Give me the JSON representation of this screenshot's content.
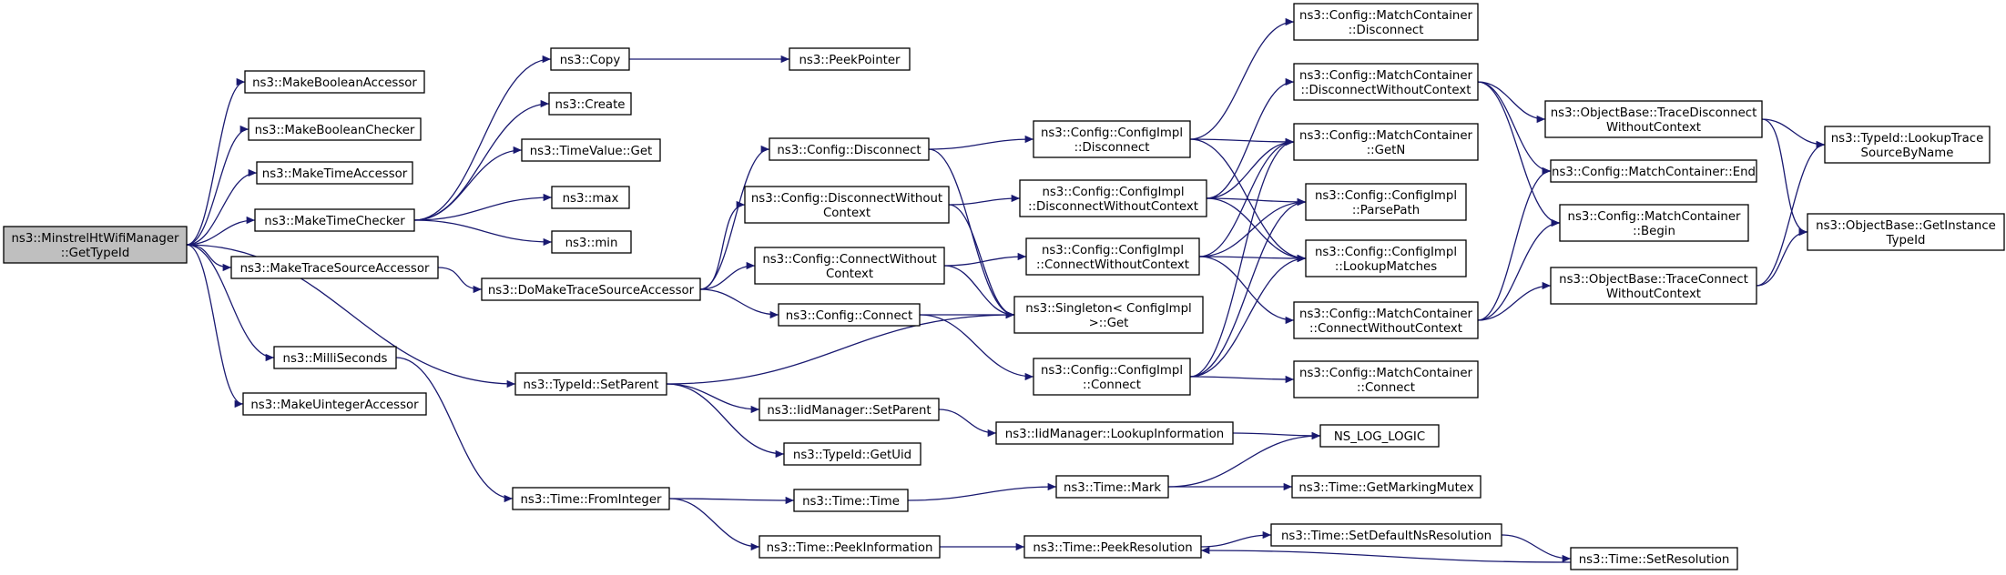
{
  "colors": {
    "edge": "#191970",
    "root_fill": "#bfbfbf",
    "node_fill": "#ffffff",
    "border": "#000000"
  },
  "nodes": {
    "root": [
      "ns3::MinstrelHtWifiManager",
      "::GetTypeId"
    ],
    "make_boolean_accessor": [
      "ns3::MakeBooleanAccessor"
    ],
    "make_boolean_checker": [
      "ns3::MakeBooleanChecker"
    ],
    "make_time_accessor": [
      "ns3::MakeTimeAccessor"
    ],
    "make_time_checker": [
      "ns3::MakeTimeChecker"
    ],
    "make_trace_source_accessor": [
      "ns3::MakeTraceSourceAccessor"
    ],
    "milli_seconds": [
      "ns3::MilliSeconds"
    ],
    "make_uinteger_accessor": [
      "ns3::MakeUintegerAccessor"
    ],
    "copy": [
      "ns3::Copy"
    ],
    "peek_pointer": [
      "ns3::PeekPointer"
    ],
    "create": [
      "ns3::Create"
    ],
    "time_value_get": [
      "ns3::TimeValue::Get"
    ],
    "max": [
      "ns3::max"
    ],
    "min": [
      "ns3::min"
    ],
    "do_make_trace_source_accessor": [
      "ns3::DoMakeTraceSourceAccessor"
    ],
    "type_id_set_parent": [
      "ns3::TypeId::SetParent"
    ],
    "time_from_integer": [
      "ns3::Time::FromInteger"
    ],
    "config_disconnect": [
      "ns3::Config::Disconnect"
    ],
    "config_disconnect_without_context": [
      "ns3::Config::DisconnectWithout",
      "Context"
    ],
    "config_connect_without_context": [
      "ns3::Config::ConnectWithout",
      "Context"
    ],
    "config_connect": [
      "ns3::Config::Connect"
    ],
    "iid_manager_set_parent": [
      "ns3::IidManager::SetParent"
    ],
    "type_id_get_uid": [
      "ns3::TypeId::GetUid"
    ],
    "time_time": [
      "ns3::Time::Time"
    ],
    "time_peek_information": [
      "ns3::Time::PeekInformation"
    ],
    "configimpl_disconnect": [
      "ns3::Config::ConfigImpl",
      "::Disconnect"
    ],
    "configimpl_disconnect_without_context": [
      "ns3::Config::ConfigImpl",
      "::DisconnectWithoutContext"
    ],
    "configimpl_connect_without_context": [
      "ns3::Config::ConfigImpl",
      "::ConnectWithoutContext"
    ],
    "singleton_get": [
      "ns3::Singleton< ConfigImpl",
      ">::Get"
    ],
    "configimpl_connect": [
      "ns3::Config::ConfigImpl",
      "::Connect"
    ],
    "iid_manager_lookup_information": [
      "ns3::IidManager::LookupInformation"
    ],
    "time_mark": [
      "ns3::Time::Mark"
    ],
    "time_peek_resolution": [
      "ns3::Time::PeekResolution"
    ],
    "mc_disconnect": [
      "ns3::Config::MatchContainer",
      "::Disconnect"
    ],
    "mc_disconnect_without_context": [
      "ns3::Config::MatchContainer",
      "::DisconnectWithoutContext"
    ],
    "mc_get_n": [
      "ns3::Config::MatchContainer",
      "::GetN"
    ],
    "configimpl_parse_path": [
      "ns3::Config::ConfigImpl",
      "::ParsePath"
    ],
    "configimpl_lookup_matches": [
      "ns3::Config::ConfigImpl",
      "::LookupMatches"
    ],
    "mc_connect_without_context": [
      "ns3::Config::MatchContainer",
      "::ConnectWithoutContext"
    ],
    "mc_connect": [
      "ns3::Config::MatchContainer",
      "::Connect"
    ],
    "ns_log_logic": [
      "NS_LOG_LOGIC"
    ],
    "time_get_marking_mutex": [
      "ns3::Time::GetMarkingMutex"
    ],
    "time_set_default_ns_resolution": [
      "ns3::Time::SetDefaultNsResolution"
    ],
    "time_set_resolution": [
      "ns3::Time::SetResolution"
    ],
    "ob_trace_disconnect_without_context": [
      "ns3::ObjectBase::TraceDisconnect",
      "WithoutContext"
    ],
    "mc_end": [
      "ns3::Config::MatchContainer::End"
    ],
    "mc_begin": [
      "ns3::Config::MatchContainer",
      "::Begin"
    ],
    "ob_trace_connect_without_context": [
      "ns3::ObjectBase::TraceConnect",
      "WithoutContext"
    ],
    "type_id_lookup_trace_source_by_name": [
      "ns3::TypeId::LookupTrace",
      "SourceByName"
    ],
    "ob_get_instance_type_id": [
      "ns3::ObjectBase::GetInstance",
      "TypeId"
    ]
  },
  "edges": [
    [
      "root",
      "make_boolean_accessor"
    ],
    [
      "root",
      "make_boolean_checker"
    ],
    [
      "root",
      "make_time_accessor"
    ],
    [
      "root",
      "make_time_checker"
    ],
    [
      "root",
      "make_trace_source_accessor"
    ],
    [
      "root",
      "milli_seconds"
    ],
    [
      "root",
      "make_uinteger_accessor"
    ],
    [
      "root",
      "type_id_set_parent"
    ],
    [
      "make_time_checker",
      "copy"
    ],
    [
      "make_time_checker",
      "create"
    ],
    [
      "make_time_checker",
      "time_value_get"
    ],
    [
      "make_time_checker",
      "max"
    ],
    [
      "make_time_checker",
      "min"
    ],
    [
      "copy",
      "peek_pointer"
    ],
    [
      "make_trace_source_accessor",
      "do_make_trace_source_accessor"
    ],
    [
      "do_make_trace_source_accessor",
      "config_disconnect"
    ],
    [
      "do_make_trace_source_accessor",
      "config_disconnect_without_context"
    ],
    [
      "do_make_trace_source_accessor",
      "config_connect_without_context"
    ],
    [
      "do_make_trace_source_accessor",
      "config_connect"
    ],
    [
      "milli_seconds",
      "time_from_integer"
    ],
    [
      "type_id_set_parent",
      "iid_manager_set_parent"
    ],
    [
      "type_id_set_parent",
      "type_id_get_uid"
    ],
    [
      "type_id_set_parent",
      "singleton_get"
    ],
    [
      "time_from_integer",
      "time_time"
    ],
    [
      "time_from_integer",
      "time_peek_information"
    ],
    [
      "config_disconnect",
      "configimpl_disconnect"
    ],
    [
      "config_disconnect",
      "singleton_get"
    ],
    [
      "config_disconnect_without_context",
      "configimpl_disconnect_without_context"
    ],
    [
      "config_disconnect_without_context",
      "singleton_get"
    ],
    [
      "config_connect_without_context",
      "configimpl_connect_without_context"
    ],
    [
      "config_connect_without_context",
      "singleton_get"
    ],
    [
      "config_connect",
      "singleton_get"
    ],
    [
      "config_connect",
      "configimpl_connect"
    ],
    [
      "iid_manager_set_parent",
      "iid_manager_lookup_information"
    ],
    [
      "time_time",
      "time_mark"
    ],
    [
      "time_peek_information",
      "time_peek_resolution"
    ],
    [
      "configimpl_disconnect",
      "mc_disconnect"
    ],
    [
      "configimpl_disconnect",
      "mc_get_n"
    ],
    [
      "configimpl_disconnect",
      "configimpl_lookup_matches"
    ],
    [
      "configimpl_disconnect_without_context",
      "mc_disconnect_without_context"
    ],
    [
      "configimpl_disconnect_without_context",
      "mc_get_n"
    ],
    [
      "configimpl_disconnect_without_context",
      "configimpl_parse_path"
    ],
    [
      "configimpl_disconnect_without_context",
      "configimpl_lookup_matches"
    ],
    [
      "configimpl_connect_without_context",
      "mc_get_n"
    ],
    [
      "configimpl_connect_without_context",
      "configimpl_parse_path"
    ],
    [
      "configimpl_connect_without_context",
      "configimpl_lookup_matches"
    ],
    [
      "configimpl_connect_without_context",
      "mc_connect_without_context"
    ],
    [
      "configimpl_connect",
      "mc_get_n"
    ],
    [
      "configimpl_connect",
      "configimpl_parse_path"
    ],
    [
      "configimpl_connect",
      "configimpl_lookup_matches"
    ],
    [
      "configimpl_connect",
      "mc_connect"
    ],
    [
      "iid_manager_lookup_information",
      "ns_log_logic"
    ],
    [
      "time_mark",
      "ns_log_logic"
    ],
    [
      "time_mark",
      "time_get_marking_mutex"
    ],
    [
      "time_peek_resolution",
      "time_set_default_ns_resolution"
    ],
    [
      "time_set_default_ns_resolution",
      "time_set_resolution"
    ],
    [
      "time_set_resolution",
      "time_peek_resolution"
    ],
    [
      "mc_disconnect_without_context",
      "ob_trace_disconnect_without_context"
    ],
    [
      "mc_disconnect_without_context",
      "mc_end"
    ],
    [
      "mc_disconnect_without_context",
      "mc_begin"
    ],
    [
      "mc_connect_without_context",
      "mc_end"
    ],
    [
      "mc_connect_without_context",
      "mc_begin"
    ],
    [
      "mc_connect_without_context",
      "ob_trace_connect_without_context"
    ],
    [
      "ob_trace_disconnect_without_context",
      "type_id_lookup_trace_source_by_name"
    ],
    [
      "ob_trace_disconnect_without_context",
      "ob_get_instance_type_id"
    ],
    [
      "ob_trace_connect_without_context",
      "type_id_lookup_trace_source_by_name"
    ],
    [
      "ob_trace_connect_without_context",
      "ob_get_instance_type_id"
    ]
  ]
}
